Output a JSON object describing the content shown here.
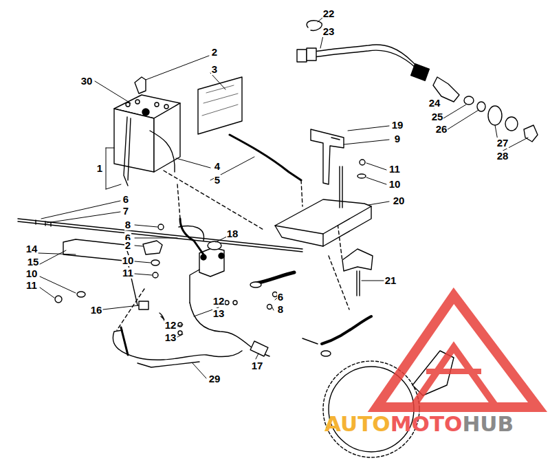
{
  "diagram": {
    "labels": [
      "22",
      "23",
      "2",
      "3",
      "30",
      "1",
      "4",
      "5",
      "19",
      "9",
      "11",
      "10",
      "20",
      "24",
      "25",
      "26",
      "27",
      "28",
      "6",
      "7",
      "8",
      "6",
      "14",
      "15",
      "2",
      "10",
      "11",
      "18",
      "10",
      "11",
      "16",
      "12",
      "13",
      "6",
      "8",
      "12",
      "13",
      "21",
      "17",
      "29",
      "AUTO",
      "MOTO",
      "HUB"
    ]
  }
}
